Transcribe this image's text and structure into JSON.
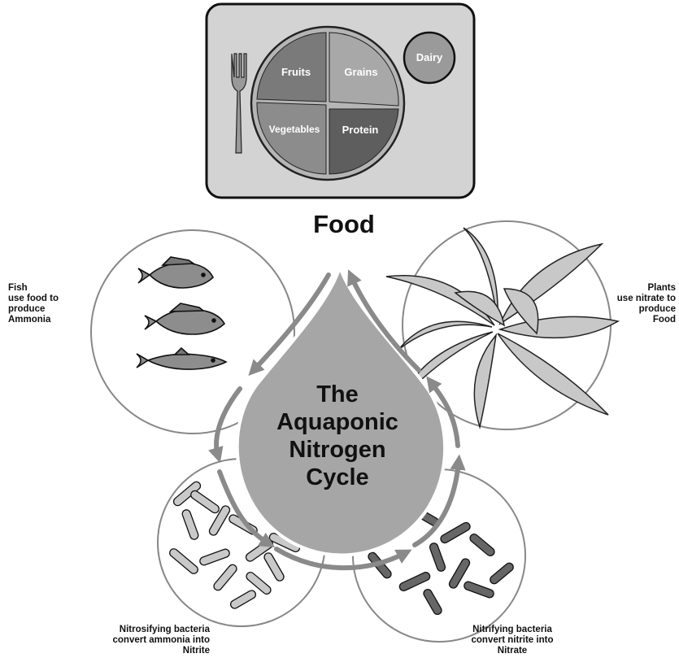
{
  "plate": {
    "fruits": "Fruits",
    "grains": "Grains",
    "vegetables": "Vegetables",
    "protein": "Protein",
    "dairy": "Dairy"
  },
  "food_label": "Food",
  "title": {
    "line1": "The",
    "line2": "Aquaponic",
    "line3": "Nitrogen",
    "line4": "Cycle"
  },
  "fish_caption": {
    "line1": "Fish",
    "line2": "use food to",
    "line3": "produce",
    "line4": "Ammonia"
  },
  "plants_caption": {
    "line1": "Plants",
    "line2": "use nitrate to",
    "line3": "produce",
    "line4": "Food"
  },
  "nitrosifying_caption": {
    "line1": "Nitrosifying bacteria",
    "line2": "convert ammonia into",
    "line3": "Nitrite"
  },
  "nitrifying_caption": {
    "line1": "Nitrifying bacteria",
    "line2": "convert nitrite into",
    "line3": "Nitrate"
  },
  "colors": {
    "tray": "#d3d3d3",
    "fruits": "#7a7a7a",
    "grains": "#a8a8a8",
    "vegetables": "#8c8c8c",
    "protein": "#5e5e5e",
    "dairy": "#9a9a9a",
    "droplet": "#a6a6a6",
    "arrow": "#8a8a8a",
    "bacteria_light": "#c9c9c9",
    "bacteria_dark": "#666666",
    "leaf": "#c8c8c8"
  }
}
